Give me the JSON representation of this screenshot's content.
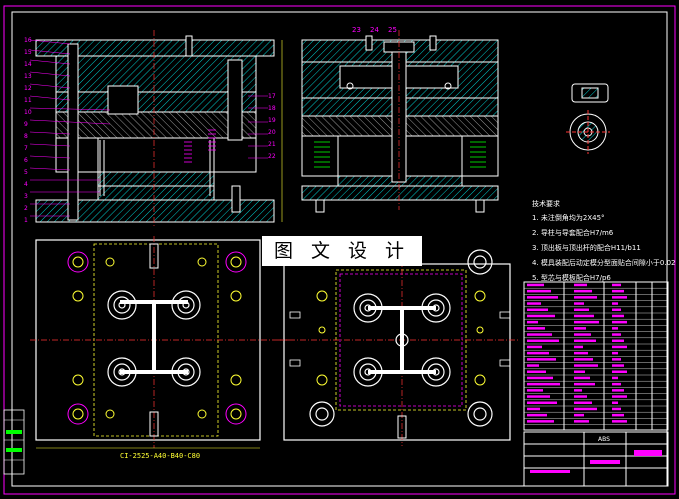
{
  "drawing": {
    "banner_text": "图 文 设 计",
    "dimension_label": "CI-2525-A40-B40-C80",
    "top_section_labels": [
      "23",
      "24",
      "25"
    ],
    "left_part_numbers": [
      "16",
      "15",
      "14",
      "13",
      "12",
      "11",
      "10",
      "9",
      "8",
      "7",
      "6",
      "5",
      "4",
      "3",
      "2",
      "1"
    ],
    "right_part_numbers": [
      "17",
      "18",
      "19",
      "20",
      "21",
      "22"
    ],
    "notes_header": "技术要求",
    "notes": [
      "1. 未注倒角均为2X45°",
      "2. 导柱与导套配合H7/m6",
      "3. 顶出板与顶出杆的配合H11/b11",
      "4. 模具装配后动定模分型面贴合间隙小于0.02",
      "5. 型芯与模板配合H7/p6"
    ],
    "title_block_text": "ABS",
    "colors": {
      "background": "#000000",
      "outline": "#ffffff",
      "hatch": "#00ffff",
      "accent": "#ff00ff",
      "center_line": "#ff3333",
      "dimension": "#ffff33",
      "green": "#00ff00"
    }
  }
}
